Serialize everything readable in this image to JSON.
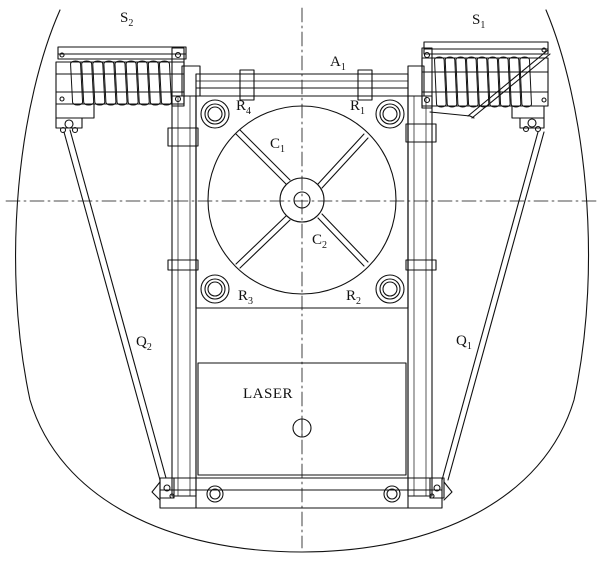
{
  "labels": {
    "s2": {
      "main": "S",
      "sub": "2"
    },
    "s1": {
      "main": "S",
      "sub": "1"
    },
    "a1": {
      "main": "A",
      "sub": "1"
    },
    "r4": {
      "main": "R",
      "sub": "4"
    },
    "r1": {
      "main": "R",
      "sub": "1"
    },
    "r3": {
      "main": "R",
      "sub": "3"
    },
    "r2": {
      "main": "R",
      "sub": "2"
    },
    "c1": {
      "main": "C",
      "sub": "1"
    },
    "c2": {
      "main": "C",
      "sub": "2"
    },
    "q2": {
      "main": "Q",
      "sub": "2"
    },
    "q1": {
      "main": "Q",
      "sub": "1"
    },
    "laser": "LASER"
  },
  "colors": {
    "ink": "#111111",
    "paper": "#ffffff"
  }
}
